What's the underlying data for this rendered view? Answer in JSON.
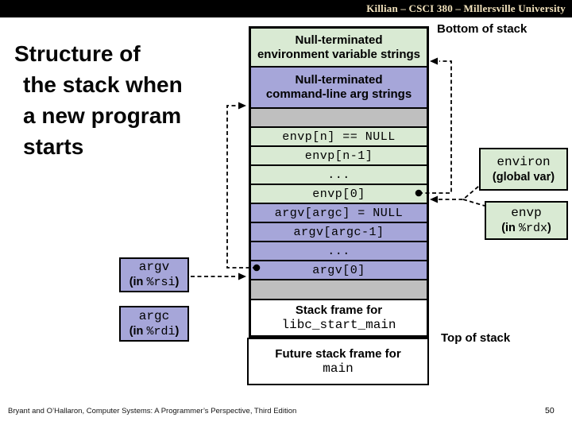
{
  "header": {
    "title": "Killian – CSCI 380 – Millersville University"
  },
  "title": {
    "line1": "Structure of",
    "line2": "the stack when",
    "line3": "a new program",
    "line4": "starts"
  },
  "labels": {
    "bottom_of_stack": "Bottom of stack",
    "top_of_stack": "Top of stack"
  },
  "stack": {
    "env_strings": {
      "line1": "Null-terminated",
      "line2": "environment variable strings"
    },
    "arg_strings": {
      "line1": "Null-terminated",
      "line2": "command-line arg strings"
    },
    "envp_rows": [
      "envp[n] == NULL",
      "envp[n-1]",
      "...",
      "envp[0]"
    ],
    "argv_rows": [
      "argv[argc] = NULL",
      "argv[argc-1]",
      "...",
      "argv[0]"
    ],
    "libc_frame": {
      "line1": "Stack frame for",
      "line2": "libc_start_main"
    },
    "future_frame": {
      "line1": "Future stack frame for",
      "line2": "main"
    }
  },
  "registers": {
    "environ": {
      "name": "environ",
      "desc": "(global var)"
    },
    "envp": {
      "name": "envp",
      "desc_prefix": "(in ",
      "reg": "%rdx",
      "desc_suffix": ")"
    },
    "argv": {
      "name": "argv",
      "desc_prefix": "(in ",
      "reg": "%rsi",
      "desc_suffix": ")"
    },
    "argc": {
      "name": "argc",
      "desc_prefix": "(in ",
      "reg": "%rdi",
      "desc_suffix": ")"
    }
  },
  "footer": {
    "attribution": "Bryant and O’Hallaron, Computer Systems: A Programmer’s Perspective, Third Edition",
    "page_number": "50"
  },
  "colors": {
    "env_green": "#d9ead3",
    "arg_purple": "#a6a6d9",
    "spacer_gray": "#bfbfbf",
    "header_bg": "#000000",
    "header_text": "#f2e2bc",
    "line_color": "#000000"
  }
}
